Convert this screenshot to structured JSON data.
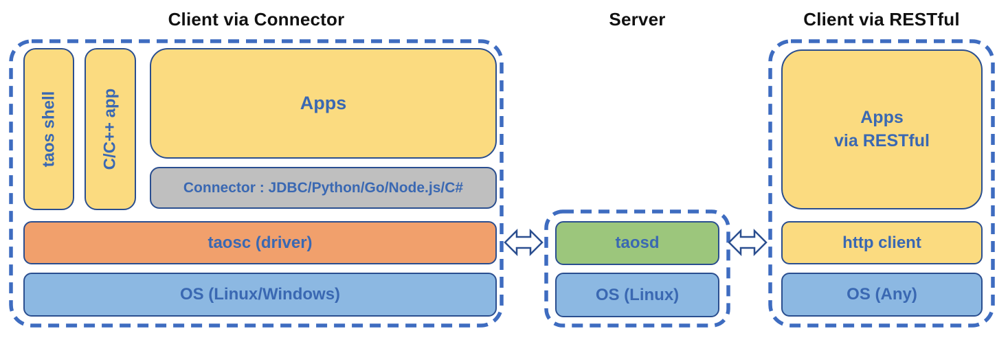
{
  "sections": {
    "connector_client": {
      "title": "Client via Connector",
      "taos_shell": "taos shell",
      "cpp_app": "C/C++ app",
      "apps": "Apps",
      "connector": "Connector : JDBC/Python/Go/Node.js/C#",
      "taosc": "taosc (driver)",
      "os": "OS (Linux/Windows)"
    },
    "server": {
      "title": "Server",
      "taosd": "taosd",
      "os": "OS (Linux)"
    },
    "restful_client": {
      "title": "Client via RESTful",
      "apps_line1": "Apps",
      "apps_line2": "via RESTful",
      "http_client": "http client",
      "os": "OS (Any)"
    },
    "icons": {
      "left_arrow": "bidirectional-arrow",
      "right_arrow": "bidirectional-arrow"
    }
  },
  "colors": {
    "dashed_border": "#3E6CC0",
    "box_border": "#2A4E8F",
    "label_blue": "#3A68B2",
    "title_black": "#111111",
    "yellow_fill": "#FBDB80",
    "gray_fill": "#BFBFBF",
    "orange_fill": "#F1A06C",
    "blue_fill": "#8CB8E2",
    "green_fill": "#9CC67C",
    "arrow_fill": "#FFFFFF"
  }
}
